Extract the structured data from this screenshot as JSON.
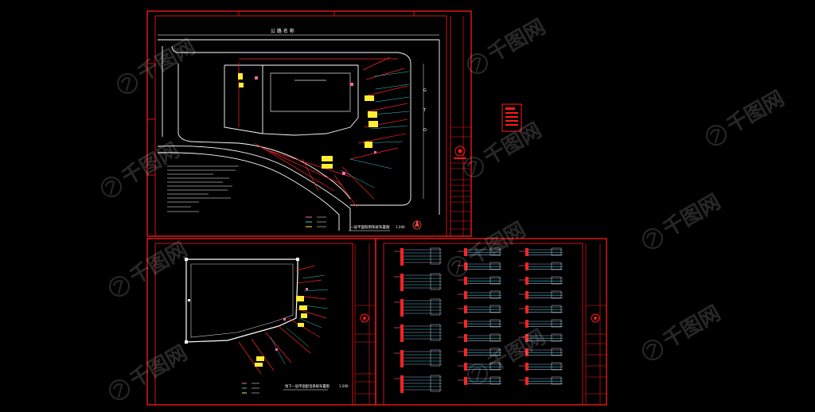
{
  "colors": {
    "background": "#000000",
    "frame": "#ff1a1a",
    "linework": "#ffffff",
    "grid_lines": "#8a8a8a",
    "cyan": "#33cccc",
    "yellow": "#ffee33",
    "pink": "#ff66aa",
    "watermark": "#ffffff"
  },
  "sheet_top": {
    "road_label": "公 路 名 称",
    "title": "一层平面照明系统布置图",
    "scale": "1:200"
  },
  "sheet_bottom_left": {
    "title": "地下一层平面配电系统布置图",
    "scale": "1:200"
  },
  "watermark_text": "千图网",
  "icons": [
    "north-arrow-icon",
    "company-logo-icon",
    "watermark-logo-icon"
  ]
}
